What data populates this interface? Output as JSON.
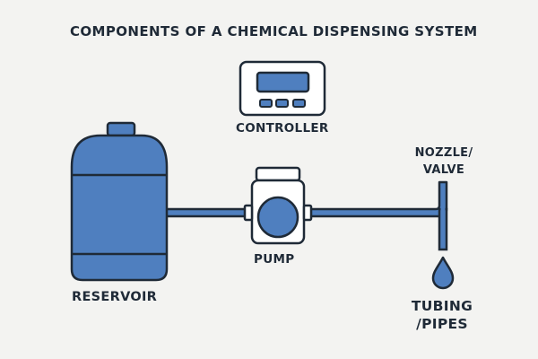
{
  "title": "COMPONENTS OF A CHEMICAL DISPENSING SYSTEM",
  "components": {
    "controller": {
      "label": "CONTROLLER",
      "icon": "controller-icon"
    },
    "pump": {
      "label": "PUMP",
      "icon": "pump-icon"
    },
    "reservoir": {
      "label": "RESERVOIR",
      "icon": "reservoir-tank-icon"
    },
    "nozzle": {
      "label_line1": "NOZZLE/",
      "label_line2": "VALVE",
      "icon": "nozzle-icon"
    },
    "tubing": {
      "label_line1": "TUBING",
      "label_line2": "/PIPES",
      "icon": "droplet-icon"
    }
  },
  "colors": {
    "background": "#f3f3f1",
    "fill_blue": "#4f7fbf",
    "outline": "#1f2a37",
    "white": "#ffffff"
  }
}
